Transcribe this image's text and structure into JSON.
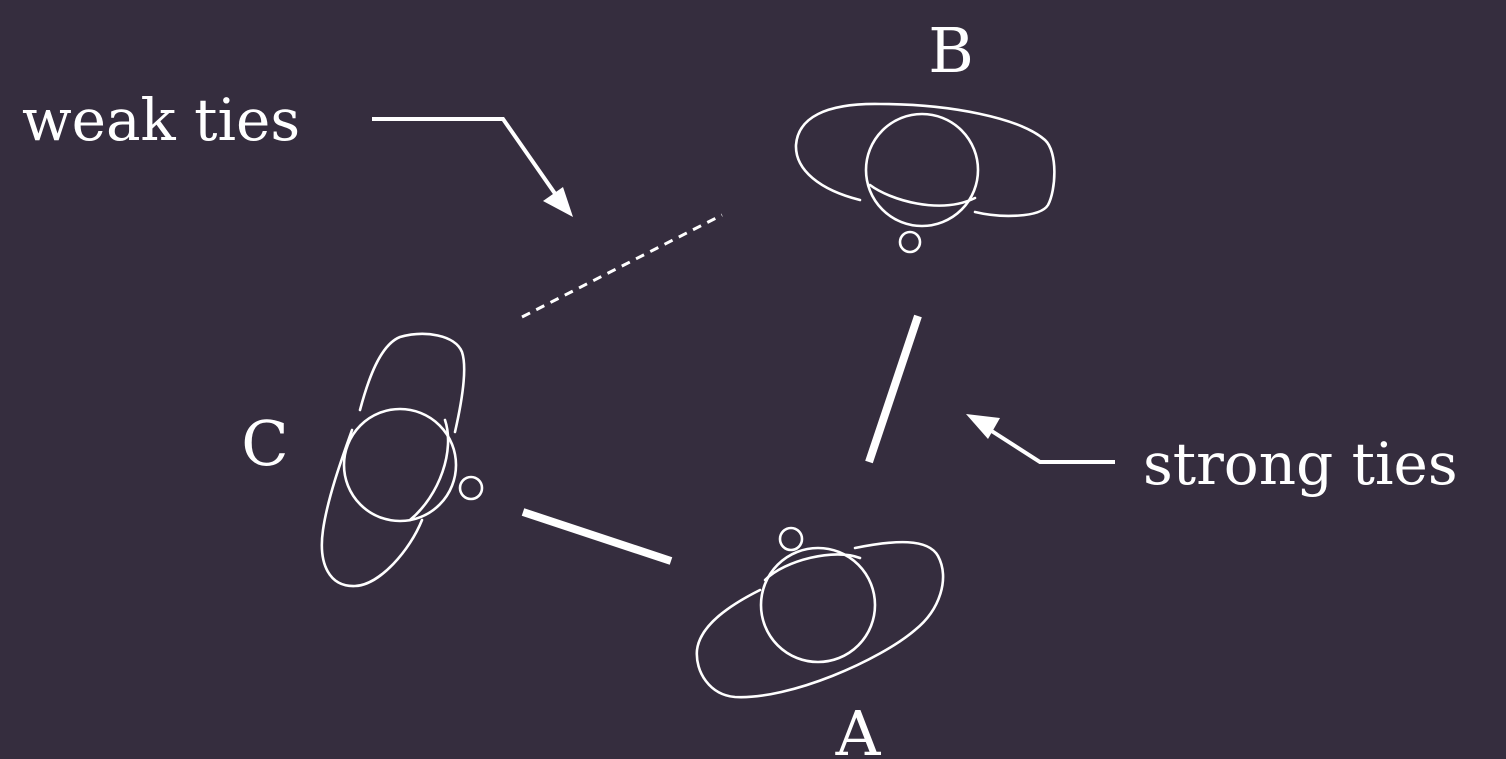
{
  "diagram": {
    "nodes": {
      "a": {
        "label": "A"
      },
      "b": {
        "label": "B"
      },
      "c": {
        "label": "C"
      }
    },
    "callouts": {
      "weak": {
        "label": "weak ties"
      },
      "strong": {
        "label": "strong ties"
      }
    },
    "edges": [
      {
        "from": "A",
        "to": "B",
        "style": "strong"
      },
      {
        "from": "A",
        "to": "C",
        "style": "strong"
      },
      {
        "from": "B",
        "to": "C",
        "style": "weak"
      }
    ],
    "colors": {
      "background": "#352d3e",
      "ink": "#ffffff"
    }
  }
}
